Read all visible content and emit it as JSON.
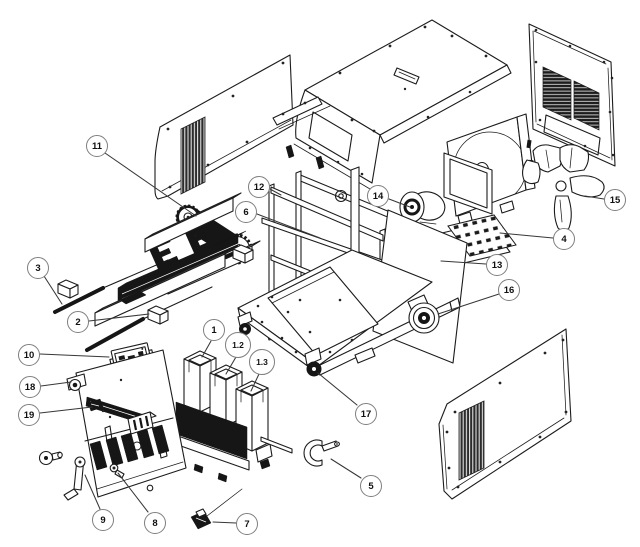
{
  "diagram": {
    "type": "exploded-parts-diagram",
    "subject": "welding-power-source-exploded-view",
    "background_color": "#ffffff",
    "line_color": "#1c1c1c",
    "callout_border_color": "#7e7e7e",
    "callouts": [
      {
        "label": "1",
        "part": "coil-assembly-1"
      },
      {
        "label": "1.2",
        "part": "coil-assembly-2"
      },
      {
        "label": "1.3",
        "part": "coil-assembly-3"
      },
      {
        "label": "2",
        "part": "tie-rod-lower"
      },
      {
        "label": "3",
        "part": "tie-rod-upper"
      },
      {
        "label": "4",
        "part": "pcb-board"
      },
      {
        "label": "5",
        "part": "hook-clip"
      },
      {
        "label": "6",
        "part": "diagonal-brace"
      },
      {
        "label": "7",
        "part": "cable-clamp"
      },
      {
        "label": "8",
        "part": "fastener-bolt"
      },
      {
        "label": "9",
        "part": "crank-handle"
      },
      {
        "label": "10",
        "part": "control-pcb"
      },
      {
        "label": "11",
        "part": "drive-belt-and-sprockets"
      },
      {
        "label": "12",
        "part": "center-frame-panel"
      },
      {
        "label": "13",
        "part": "terminal-strip"
      },
      {
        "label": "14",
        "part": "fan-motor"
      },
      {
        "label": "15",
        "part": "fan-blade"
      },
      {
        "label": "16",
        "part": "rear-wheel"
      },
      {
        "label": "17",
        "part": "front-caster"
      },
      {
        "label": "18",
        "part": "adjuster-knob"
      },
      {
        "label": "19",
        "part": "latch-plate"
      }
    ]
  }
}
